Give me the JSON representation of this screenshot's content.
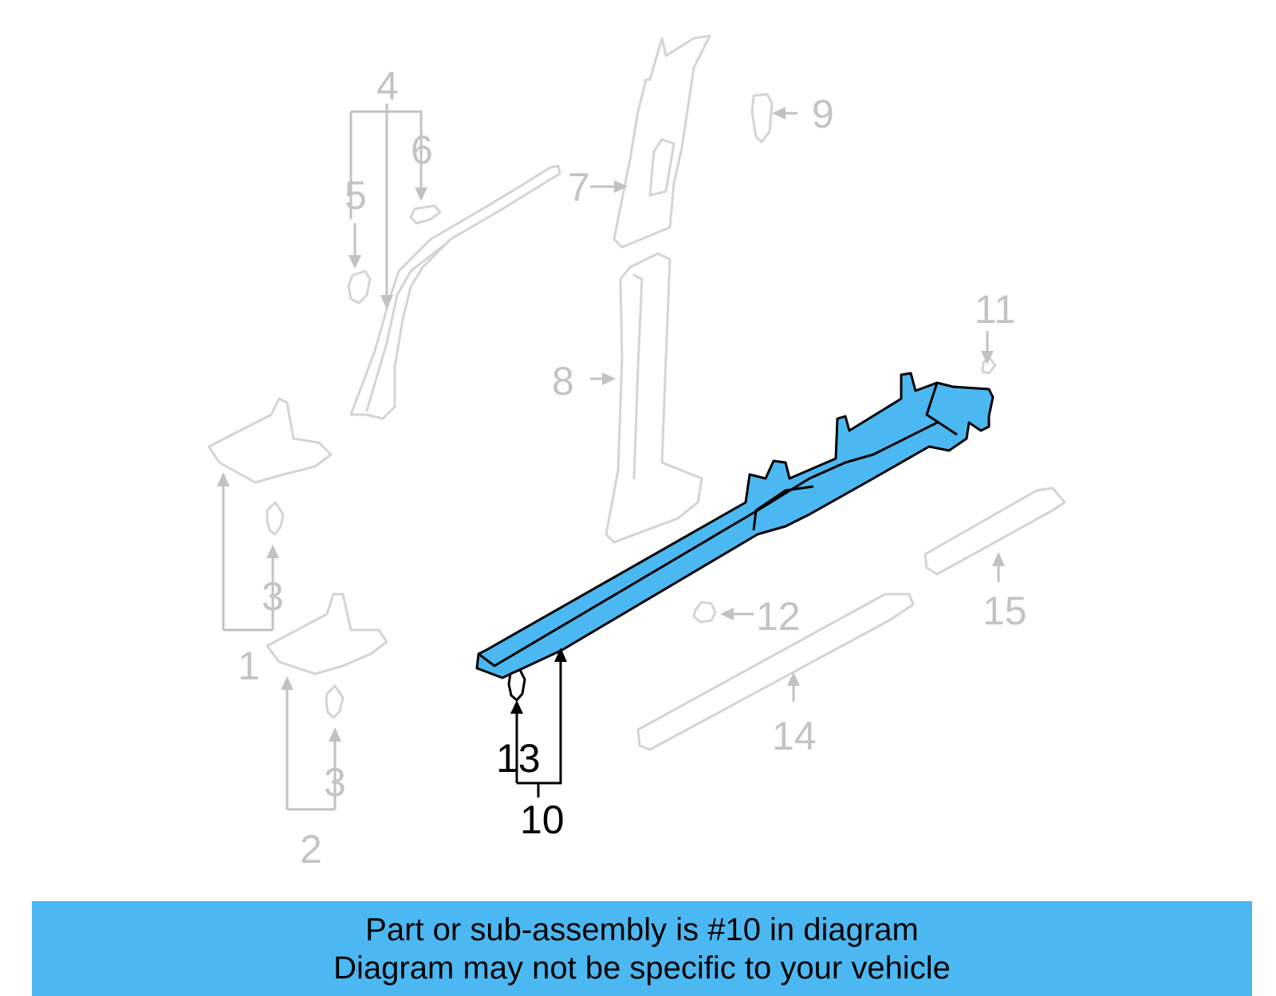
{
  "callouts": {
    "c1": "1",
    "c2": "2",
    "c3a": "3",
    "c3b": "3",
    "c4": "4",
    "c5": "5",
    "c6": "6",
    "c7": "7",
    "c8": "8",
    "c9": "9",
    "c10": "10",
    "c11": "11",
    "c12": "12",
    "c13": "13",
    "c14": "14",
    "c15": "15"
  },
  "highlight": {
    "part": "10",
    "color": "#4cb8f2"
  },
  "banner": {
    "line1": "Part or sub-assembly is #10 in diagram",
    "line2": "Diagram may not be specific to your vehicle",
    "color": "#4cb8f2"
  }
}
